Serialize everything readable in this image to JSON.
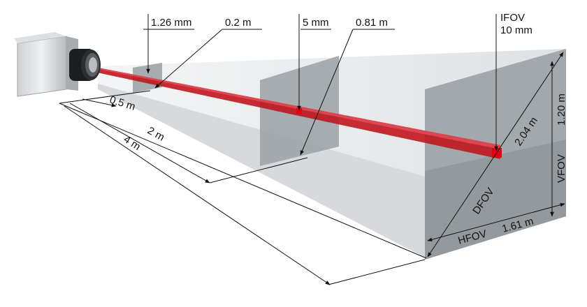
{
  "callouts": {
    "spot_near": "1.26 mm",
    "width_near": "0.2 m",
    "spot_mid": "5 mm",
    "width_mid": "0.81 m",
    "ifov_line1": "IFOV",
    "ifov_line2": "10 mm"
  },
  "distances": {
    "d1": "0.5 m",
    "d2": "2 m",
    "d3": "4 m"
  },
  "far_plane": {
    "diagonal": "2.04 m",
    "height": "1.20 m",
    "width": "1.61 m",
    "vfov": "VFOV",
    "hfov": "HFOV",
    "dfov": "DFOV"
  },
  "colors": {
    "beam": "#c0161e",
    "spot": "#e3000f",
    "plane_front": "#9ea4a8",
    "plane_side": "#c2c6c9"
  },
  "icons": {
    "camera": "infrared-camera-icon"
  }
}
